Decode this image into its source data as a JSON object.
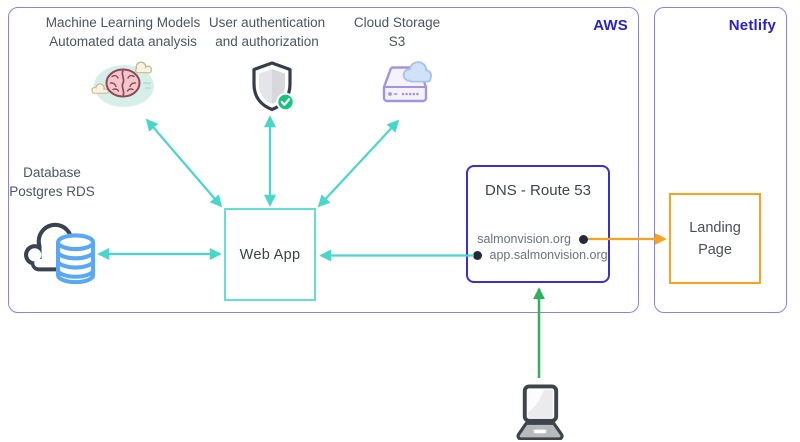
{
  "aws": {
    "label": "AWS",
    "ml": {
      "line1": "Machine Learning Models",
      "line2": "Automated data analysis",
      "icon": "brain-cloud-icon"
    },
    "auth": {
      "line1": "User authentication",
      "line2": "and authorization",
      "icon": "shield-check-icon"
    },
    "storage": {
      "line1": "Cloud Storage",
      "line2": "S3",
      "icon": "cloud-drive-icon"
    },
    "database": {
      "line1": "Database",
      "line2": "Postgres RDS",
      "icon": "cloud-database-icon"
    },
    "webapp": {
      "label": "Web App"
    },
    "dns": {
      "title": "DNS - Route 53",
      "records": [
        {
          "domain": "salmonvision.org",
          "dot_side": "right"
        },
        {
          "domain": "app.salmonvision.org",
          "dot_side": "left"
        }
      ]
    }
  },
  "netlify": {
    "label": "Netlify",
    "landing": {
      "line1": "Landing",
      "line2": "Page"
    }
  },
  "client": {
    "icon": "laptop-icon"
  },
  "arrows": [
    {
      "name": "webapp-to-ml",
      "type": "bidirectional",
      "color": "teal"
    },
    {
      "name": "webapp-to-auth",
      "type": "bidirectional",
      "color": "teal"
    },
    {
      "name": "webapp-to-storage",
      "type": "bidirectional",
      "color": "teal"
    },
    {
      "name": "database-to-webapp",
      "type": "bidirectional",
      "color": "teal"
    },
    {
      "name": "dns-app-record-to-webapp",
      "type": "single",
      "color": "teal"
    },
    {
      "name": "dns-root-record-to-landing-page",
      "type": "single",
      "color": "orange"
    },
    {
      "name": "client-to-dns",
      "type": "single",
      "color": "green"
    }
  ],
  "colors": {
    "group_border": "#8a80f0",
    "brand_text": "#2a21cb",
    "dns_border": "#3a2fd6",
    "webapp_border": "#63dfd4",
    "landing_border": "#f9a21f",
    "arrow_teal": "#49d7cb",
    "arrow_orange": "#f9a21f",
    "arrow_green": "#2fb157",
    "node_text": "#4b5563",
    "domain_text": "#6b7280",
    "anchor_dot": "#222b38"
  }
}
